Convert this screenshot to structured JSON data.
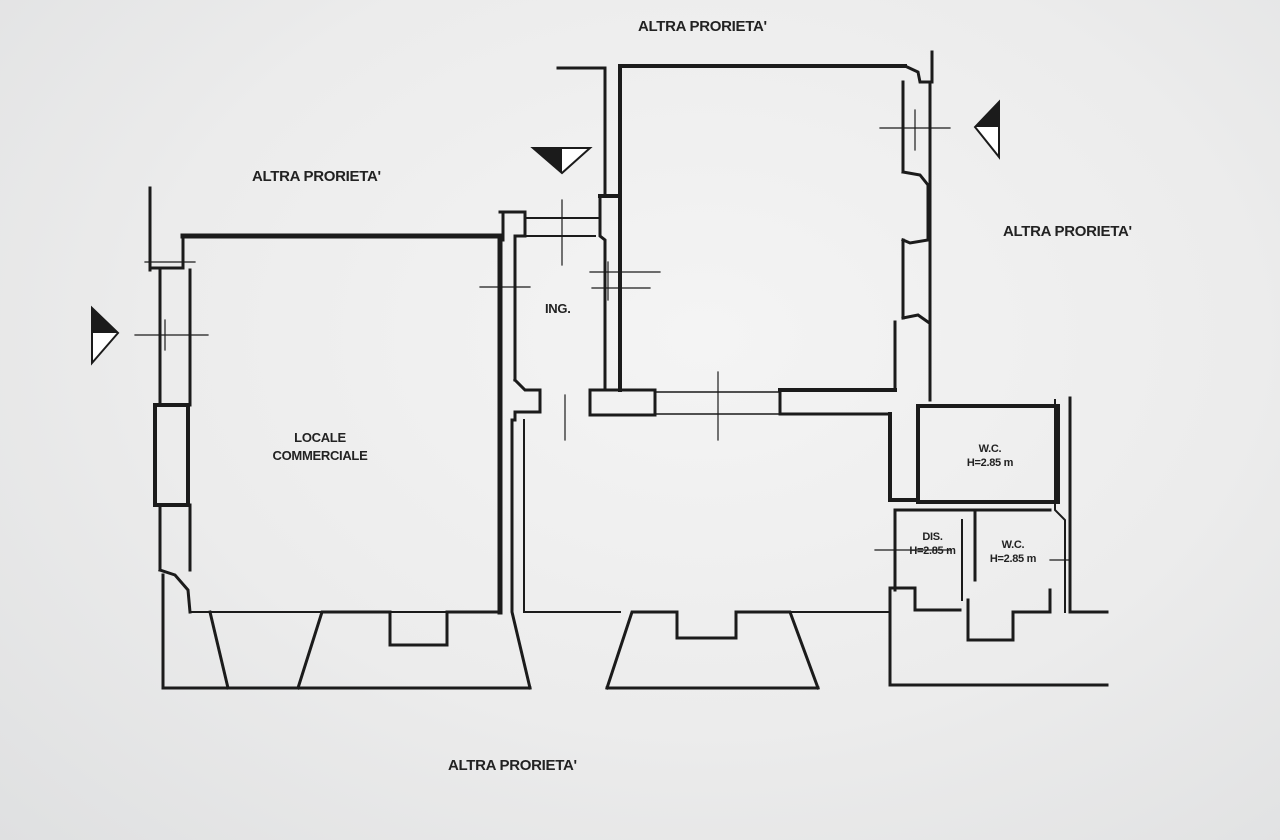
{
  "labels": {
    "top": "ALTRA PRORIETA'",
    "upper_left": "ALTRA PRORIETA'",
    "right": "ALTRA PRORIETA'",
    "bottom": "ALTRA PRORIETA'"
  },
  "rooms": {
    "entrance": "ING.",
    "shop_line1": "LOCALE",
    "shop_line2": "COMMERCIALE",
    "wc_upper_title": "W.C.",
    "wc_upper_height": "H=2.85 m",
    "dis_title": "DIS.",
    "dis_height": "H=2.85 m",
    "wc_lower_title": "W.C.",
    "wc_lower_height": "H=2.85 m"
  },
  "colors": {
    "ink": "#1b1b1b",
    "paper": "#ececec"
  }
}
